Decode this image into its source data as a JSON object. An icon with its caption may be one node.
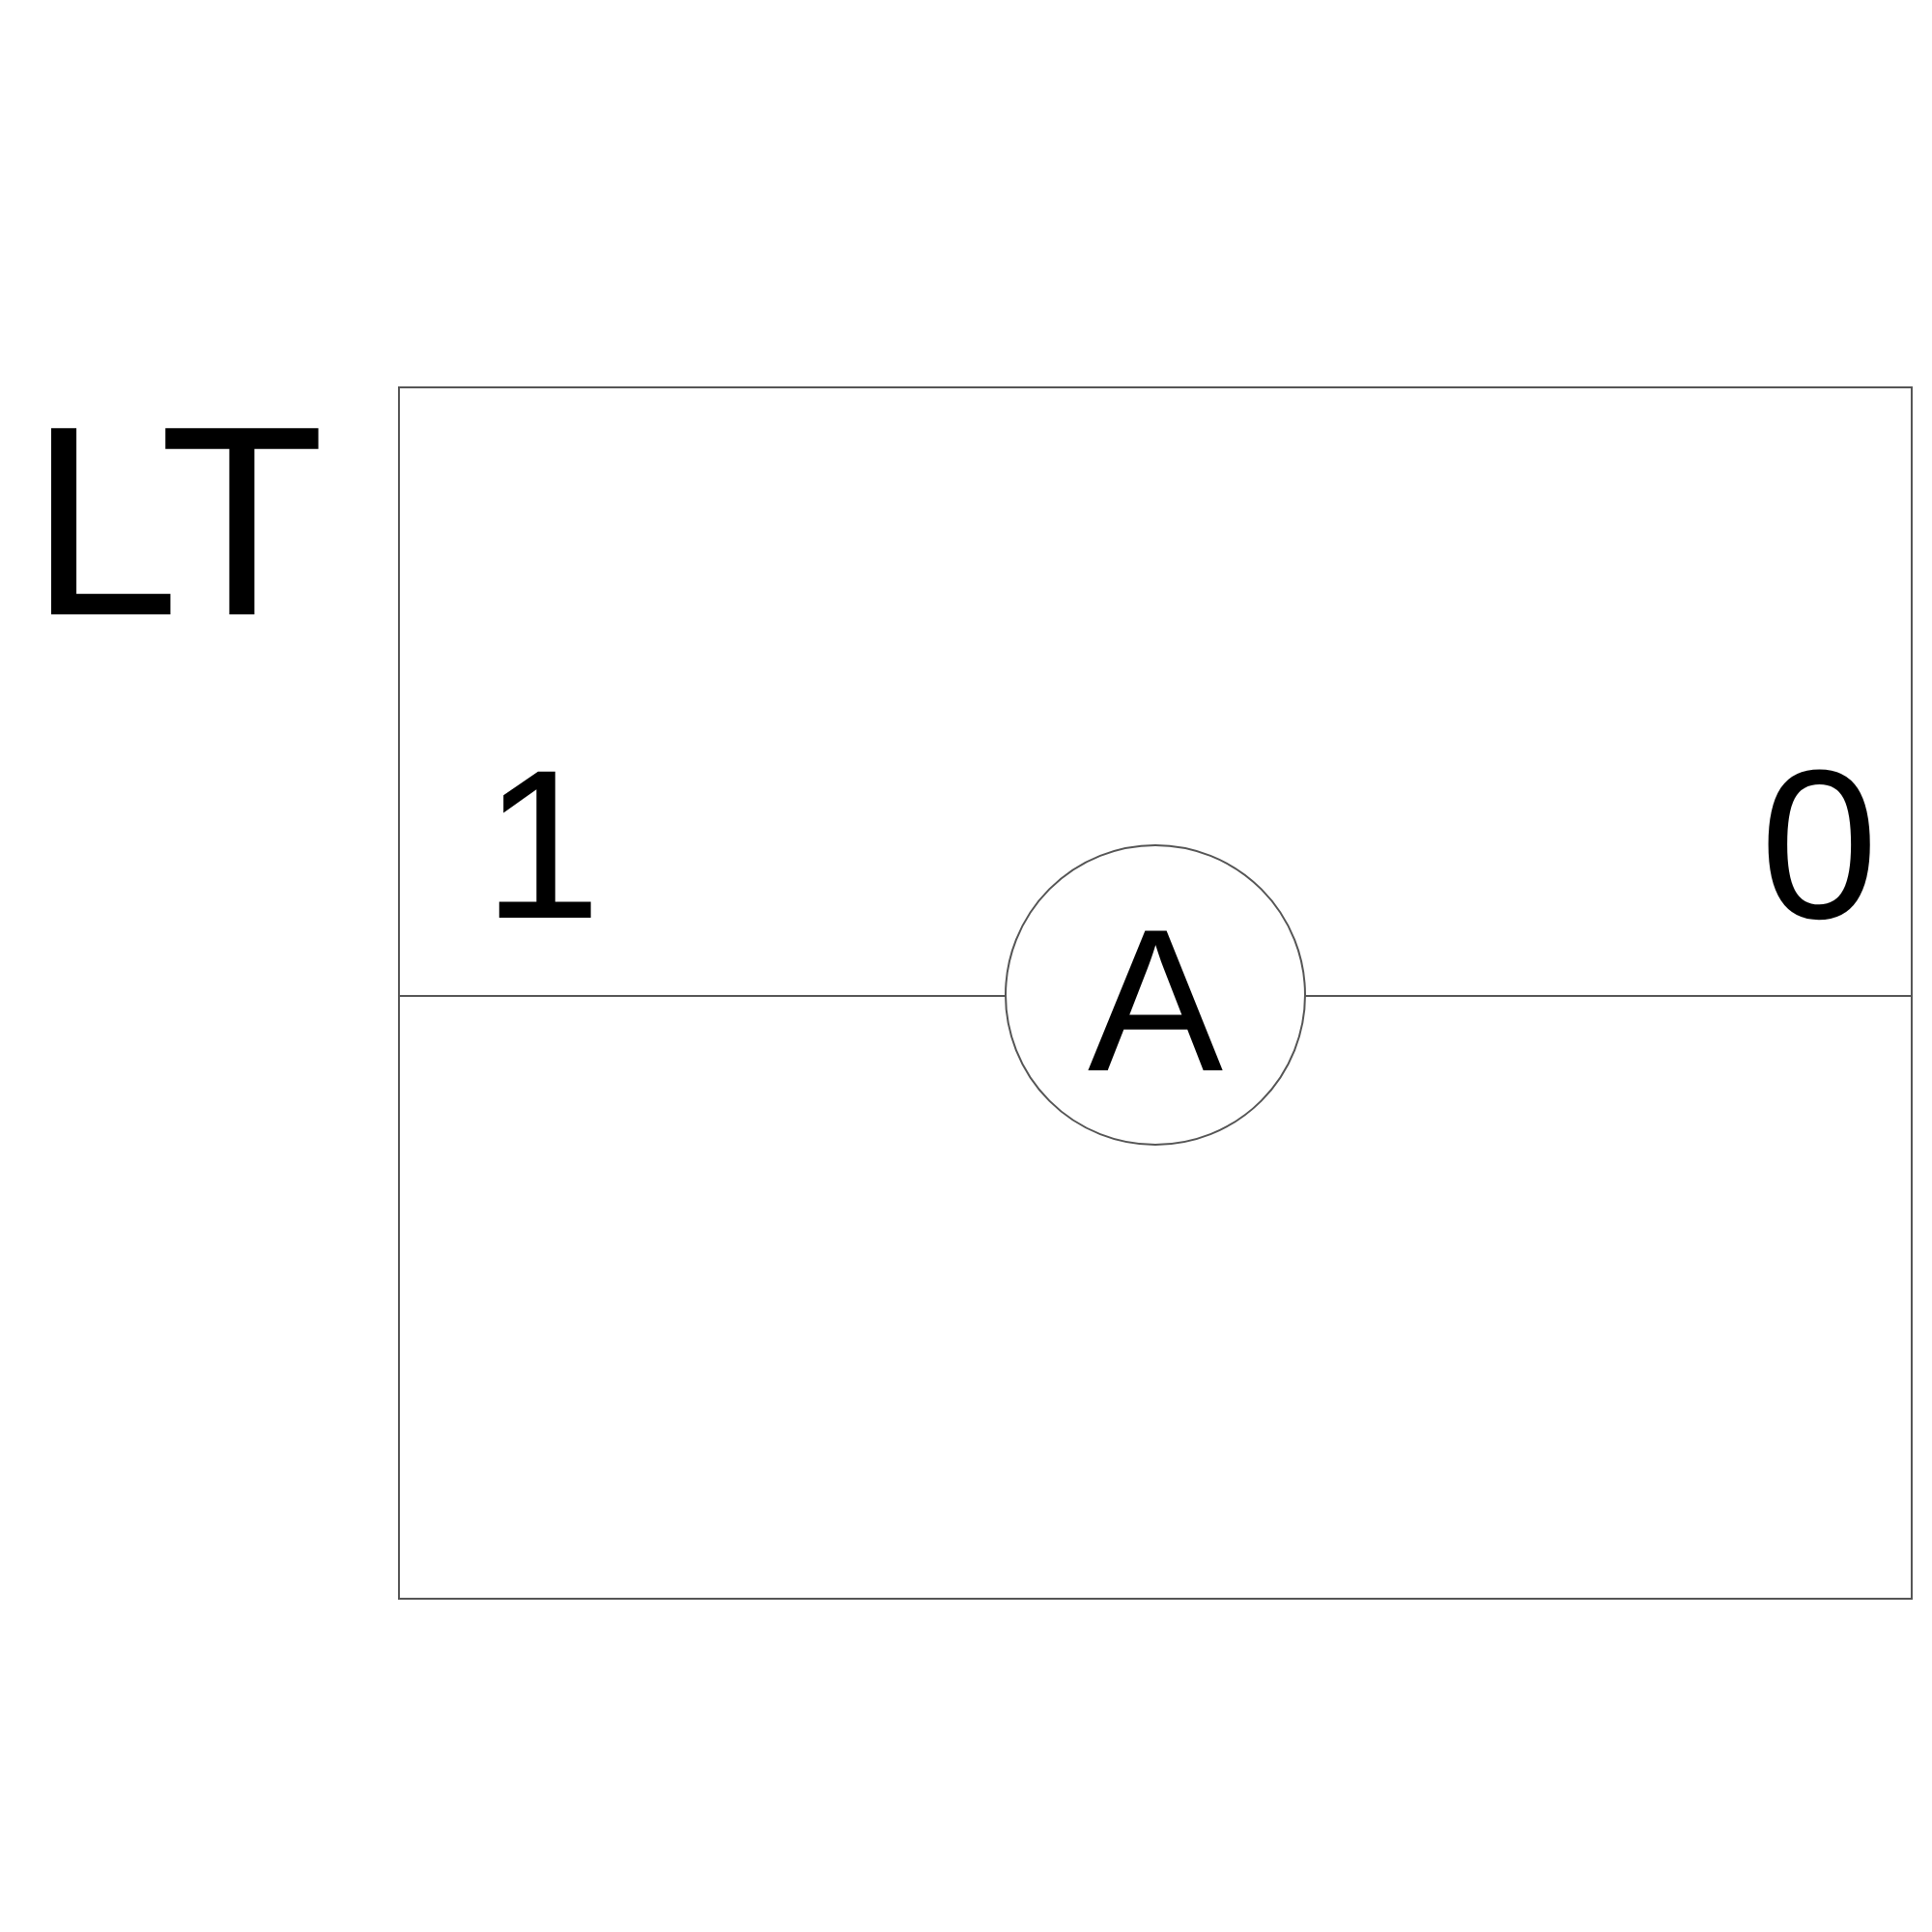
{
  "diagram": {
    "nodes": [
      {
        "text": [],
        "shape": "box"
      },
      {
        "text": [
          "A"
        ],
        "in": 0
      }
    ],
    "labels": [
      "LT",
      "1",
      "0"
    ]
  }
}
